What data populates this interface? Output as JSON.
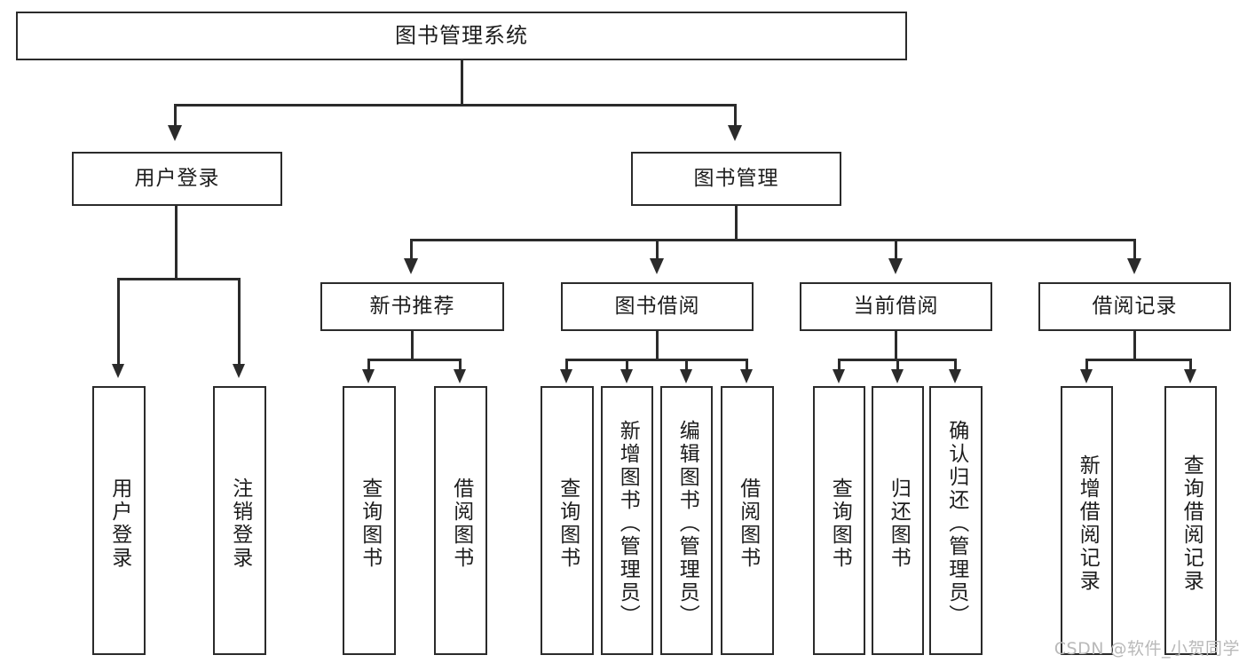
{
  "diagram": {
    "type": "tree-hierarchy",
    "title": "图书管理系统",
    "root": {
      "label": "图书管理系统",
      "children": [
        {
          "label": "用户登录",
          "children": [
            {
              "label": "用户登录"
            },
            {
              "label": "注销登录"
            }
          ]
        },
        {
          "label": "图书管理",
          "children": [
            {
              "label": "新书推荐",
              "children": [
                {
                  "label": "查询图书"
                },
                {
                  "label": "借阅图书"
                }
              ]
            },
            {
              "label": "图书借阅",
              "children": [
                {
                  "label": "查询图书"
                },
                {
                  "label": "新增图书（管理员）"
                },
                {
                  "label": "编辑图书（管理员）"
                },
                {
                  "label": "借阅图书"
                }
              ]
            },
            {
              "label": "当前借阅",
              "children": [
                {
                  "label": "查询图书"
                },
                {
                  "label": "归还图书"
                },
                {
                  "label": "确认归还（管理员）"
                }
              ]
            },
            {
              "label": "借阅记录",
              "children": [
                {
                  "label": "新增借阅记录"
                },
                {
                  "label": "查询借阅记录"
                }
              ]
            }
          ]
        }
      ]
    },
    "nodes": {
      "root": "图书管理系统",
      "l2_user_login": "用户登录",
      "l2_book_manage": "图书管理",
      "l3_new_book": "新书推荐",
      "l3_book_borrow": "图书借阅",
      "l3_current_borrow": "当前借阅",
      "l3_borrow_record": "借阅记录",
      "leaf_user_login": "用户登录",
      "leaf_logout": "注销登录",
      "leaf_nb_query": "查询图书",
      "leaf_nb_borrow": "借阅图书",
      "leaf_bb_query": "查询图书",
      "leaf_bb_add": "新增图书（管理员）",
      "leaf_bb_edit": "编辑图书（管理员）",
      "leaf_bb_borrow": "借阅图书",
      "leaf_cb_query": "查询图书",
      "leaf_cb_return": "归还图书",
      "leaf_cb_confirm": "确认归还（管理员）",
      "leaf_br_add": "新增借阅记录",
      "leaf_br_query": "查询借阅记录"
    },
    "colors": {
      "background": "#ffffff",
      "box_border": "#2b2b2b",
      "box_fill": "#ffffff",
      "text": "#1d1d1d",
      "connector": "#2b2b2b",
      "watermark": "#b9b9b9"
    }
  },
  "watermark": {
    "text": "CSDN @软件_小贺同学"
  }
}
